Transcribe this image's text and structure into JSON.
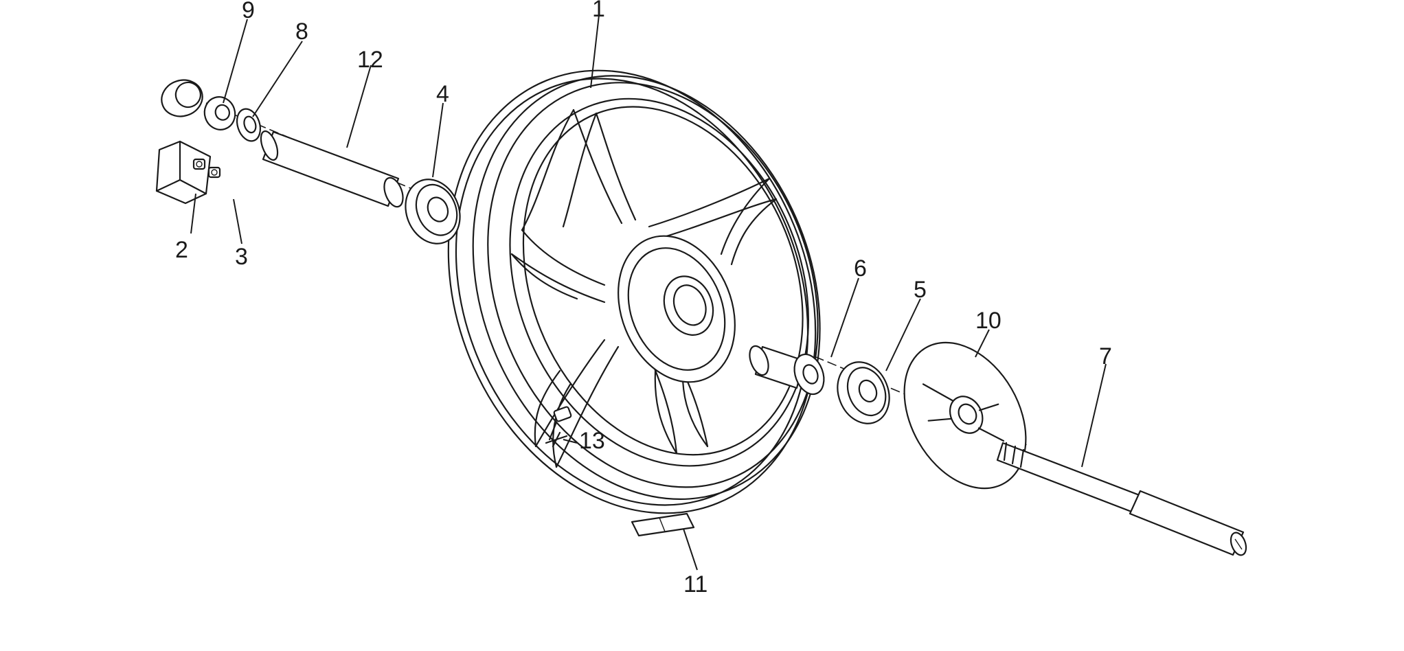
{
  "diagram": {
    "type": "exploded parts view",
    "part_labels": [
      "1",
      "2",
      "3",
      "4",
      "5",
      "6",
      "7",
      "8",
      "9",
      "10",
      "11",
      "12",
      "13"
    ]
  }
}
